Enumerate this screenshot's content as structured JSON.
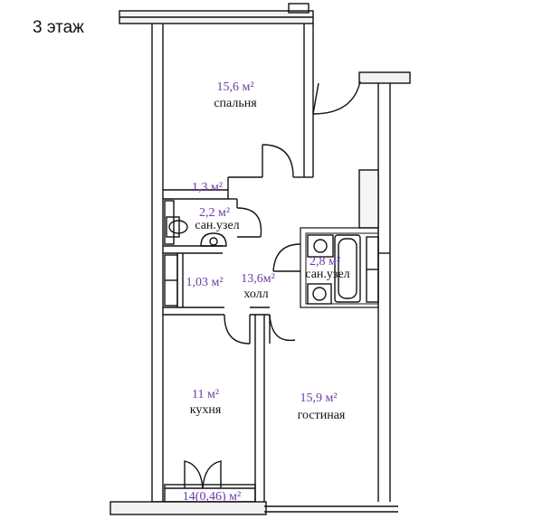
{
  "floor": {
    "title": "3 этаж"
  },
  "rooms": [
    {
      "id": "bedroom",
      "area": "15,6 м²",
      "name": "спальня"
    },
    {
      "id": "closet",
      "area": "1,3 м²",
      "name": ""
    },
    {
      "id": "bath-small",
      "area": "2,2 м²",
      "name": "сан.узел"
    },
    {
      "id": "storage",
      "area": "1,03 м²",
      "name": ""
    },
    {
      "id": "hall",
      "area": "13,6м²",
      "name": "холл"
    },
    {
      "id": "bath-large",
      "area": "2,8 м²",
      "name": "сан.узел"
    },
    {
      "id": "kitchen",
      "area": "11 м²",
      "name": "кухня"
    },
    {
      "id": "living",
      "area": "15,9 м²",
      "name": "гостиная"
    },
    {
      "id": "balcony",
      "area": "14(0,46) м²",
      "name": ""
    }
  ],
  "colors": {
    "wall": "#111111",
    "area_text": "#6a3aa8",
    "fill": "#f2f2f2"
  }
}
